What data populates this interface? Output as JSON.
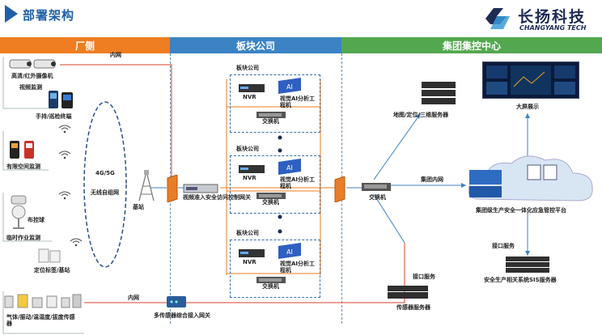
{
  "title": "部署架构",
  "brand": {
    "cn": "长扬科技",
    "en": "CHANGYANG TECH",
    "mark_color": "#1d2b55"
  },
  "headers": [
    {
      "label": "厂侧",
      "color": "#ef7d22"
    },
    {
      "label": "板块公司",
      "color": "#3b83c4"
    },
    {
      "label": "集团集控中心",
      "color": "#53a84f"
    }
  ],
  "factory": {
    "camera": "高清/红外摄像机",
    "video": "视频监测",
    "handheld": "手持/巡检终端",
    "confined": "有限空间监测",
    "ball": "布控球",
    "temp_work": "临时作业监测",
    "tag": "定位标签/基站",
    "network": "4G/5G",
    "wireless": "无线自组网",
    "base": "基站",
    "sensors": "气体/振动/温湿度/拔度传感器",
    "intranet_top": "内网",
    "intranet_bottom": "内网",
    "gateway": "多传感器综合接入网关"
  },
  "segment": {
    "unit_label": "板块公司",
    "nvr": "NVR",
    "ai": "视觉AI分析工程机",
    "switch": "交换机",
    "video_gateway": "视频准入安全访问控制网关"
  },
  "group": {
    "switch": "交换机",
    "map_server": "地图/定位/三维服务器",
    "screen": "大屏展示",
    "intranet": "集团内网",
    "platform": "集团级生产安全一体化应急管控平台",
    "interface_right": "接口服务",
    "sis_server": "安全生产相关系统SIS服务器",
    "interface_mid": "接口服务",
    "sensor_server": "传感器服务器"
  }
}
